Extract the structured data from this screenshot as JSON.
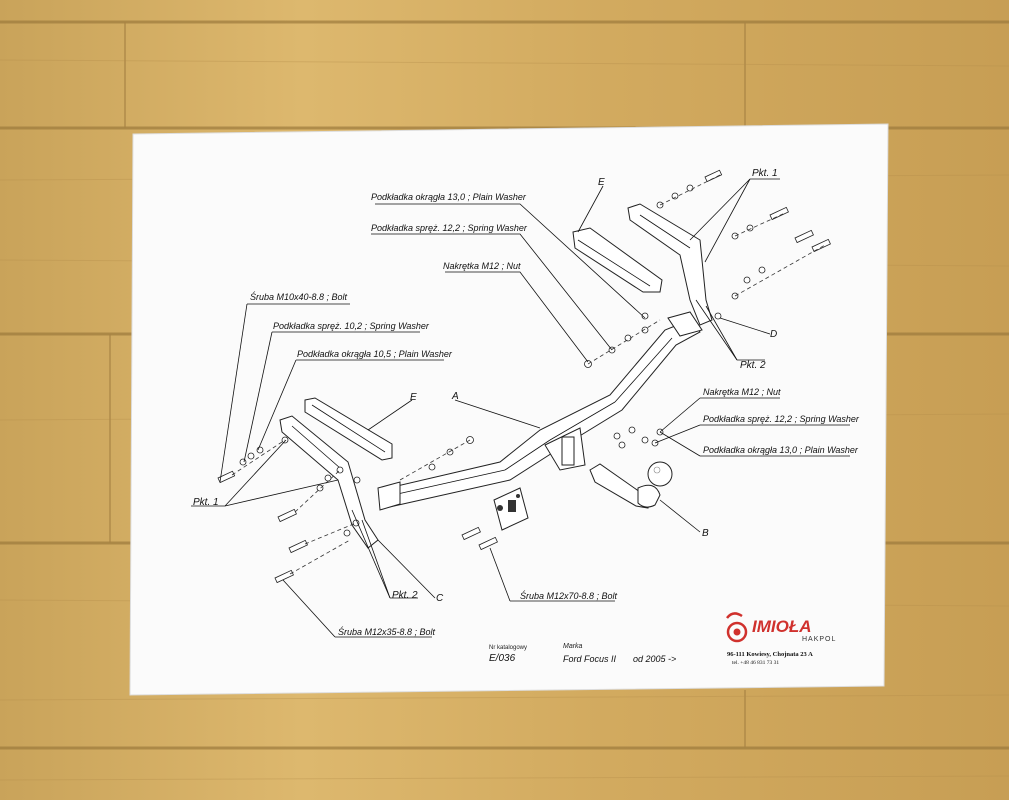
{
  "labels": {
    "washer_plain_13_top": "Podkładka okrągła 13,0 ;  Plain Washer",
    "washer_spring_12_top": "Podkładka spręż. 12,2 ; Spring Washer",
    "nut_m12_top": "Nakrętka  M12 ; Nut",
    "bolt_m10": "Śruba M10x40-8.8 ;  Bolt",
    "washer_spring_10": "Podkładka spręż. 10,2 ; Spring Washer",
    "washer_plain_10": "Podkładka okrągła 10,5 ;  Plain Washer",
    "nut_m12_right": "Nakrętka  M12 ; Nut",
    "washer_spring_12_right": "Podkładka spręż. 12,2 ; Spring Washer",
    "washer_plain_13_right": "Podkładka okrągła 13,0 ;  Plain Washer",
    "bolt_m12x70": "Śruba M12x70-8.8 ;  Bolt",
    "bolt_m12x35": "Śruba M12x35-8.8 ;  Bolt",
    "pkt1_top": "Pkt. 1",
    "pkt2_top": "Pkt. 2",
    "pkt1_left": "Pkt. 1",
    "pkt2_left": "Pkt. 2",
    "letter_e_top": "E",
    "letter_e_left": "E",
    "letter_a": "A",
    "letter_b": "B",
    "letter_c": "C",
    "letter_d": "D"
  },
  "footer": {
    "catalog_caption": "Nr katalogowy",
    "catalog_number": "E/036",
    "brand_caption": "Marka",
    "model": "Ford Focus II",
    "year": "od 2005 ->"
  },
  "company": {
    "logo_text": "IMIOŁA",
    "logo_sub": "HAKPOL",
    "address": "96-111 Kowiesy, Chojnata 23 A",
    "phone": "tel. +48 46 831 73 31"
  }
}
